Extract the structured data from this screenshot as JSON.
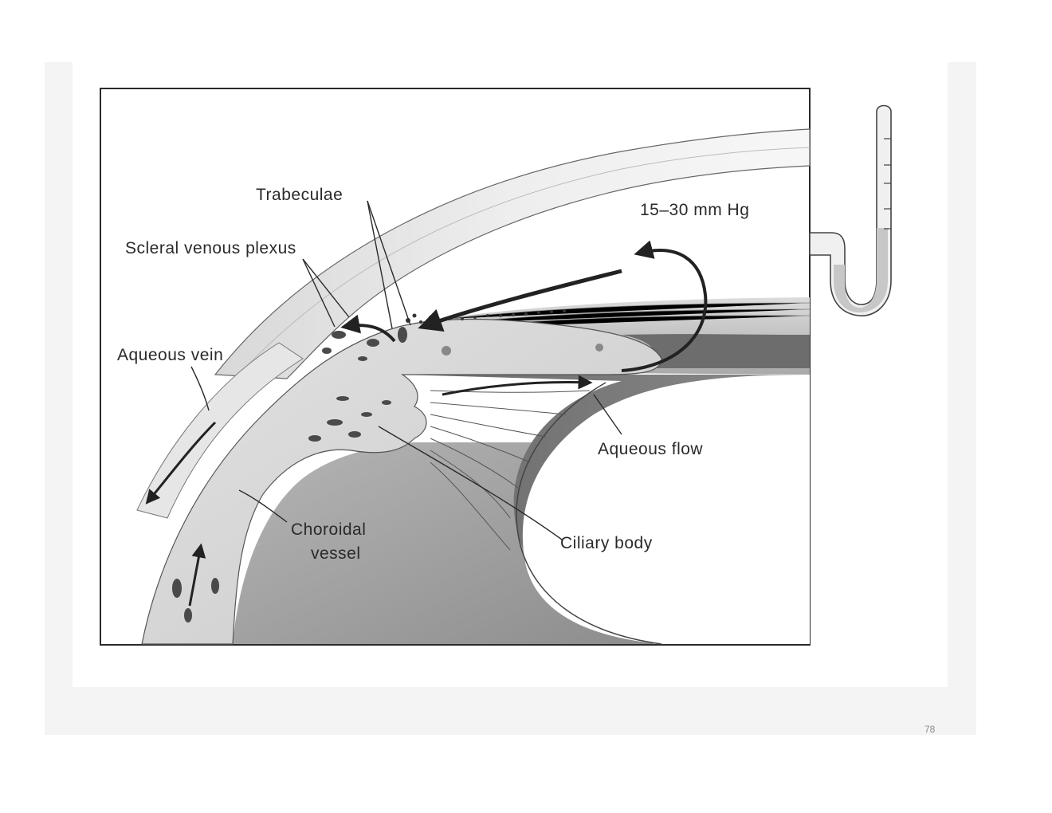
{
  "slide": {
    "page_number": "78"
  },
  "diagram": {
    "labels": {
      "trabeculae": "Trabeculae",
      "scleral_venous_plexus": "Scleral venous plexus",
      "aqueous_vein": "Aqueous vein",
      "pressure": "15–30 mm Hg",
      "aqueous_flow": "Aqueous flow",
      "ciliary_body": "Ciliary body",
      "choroidal_vessel_line1": "Choroidal",
      "choroidal_vessel_line2": "vessel"
    }
  }
}
